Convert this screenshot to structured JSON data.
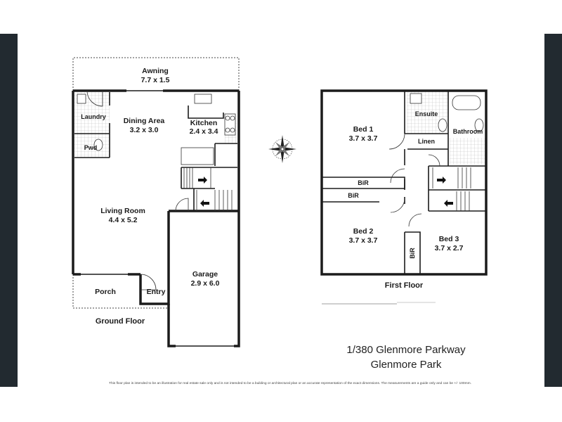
{
  "ground_floor": {
    "title": "Ground Floor",
    "rooms": [
      {
        "name": "Awning",
        "dims": "7.7 x 1.5"
      },
      {
        "name": "Dining Area",
        "dims": "3.2 x 3.0"
      },
      {
        "name": "Kitchen",
        "dims": "2.4 x 3.4"
      },
      {
        "name": "Laundry"
      },
      {
        "name": "Pwd"
      },
      {
        "name": "Living Room",
        "dims": "4.4 x 5.2"
      },
      {
        "name": "Garage",
        "dims": "2.9 x 6.0"
      },
      {
        "name": "Porch"
      },
      {
        "name": "Entry"
      }
    ]
  },
  "first_floor": {
    "title": "First Floor",
    "rooms": [
      {
        "name": "Bed 1",
        "dims": "3.7 x 3.7"
      },
      {
        "name": "Ensuite"
      },
      {
        "name": "Bathroom"
      },
      {
        "name": "Linen"
      },
      {
        "name": "BiR"
      },
      {
        "name": "BiR"
      },
      {
        "name": "Bed 2",
        "dims": "3.7 x 3.7"
      },
      {
        "name": "Bed 3",
        "dims": "3.7 x 2.7"
      },
      {
        "name": "BiR"
      }
    ]
  },
  "address": {
    "line1": "1/380 Glenmore Parkway",
    "line2": "Glenmore Park"
  },
  "disclaimer": "This floor plan is intended to be an illustration for real estate sale only and is not intended to be a building or architectural plan or an accurate representation of the exact dimensions. The measurements are a guide only and can be +/- 100mm.",
  "compass_icon": "compass-rose-icon",
  "colors": {
    "background": "#ffffff",
    "side_bars": "#222a30",
    "walls": "#1b1b1b"
  }
}
